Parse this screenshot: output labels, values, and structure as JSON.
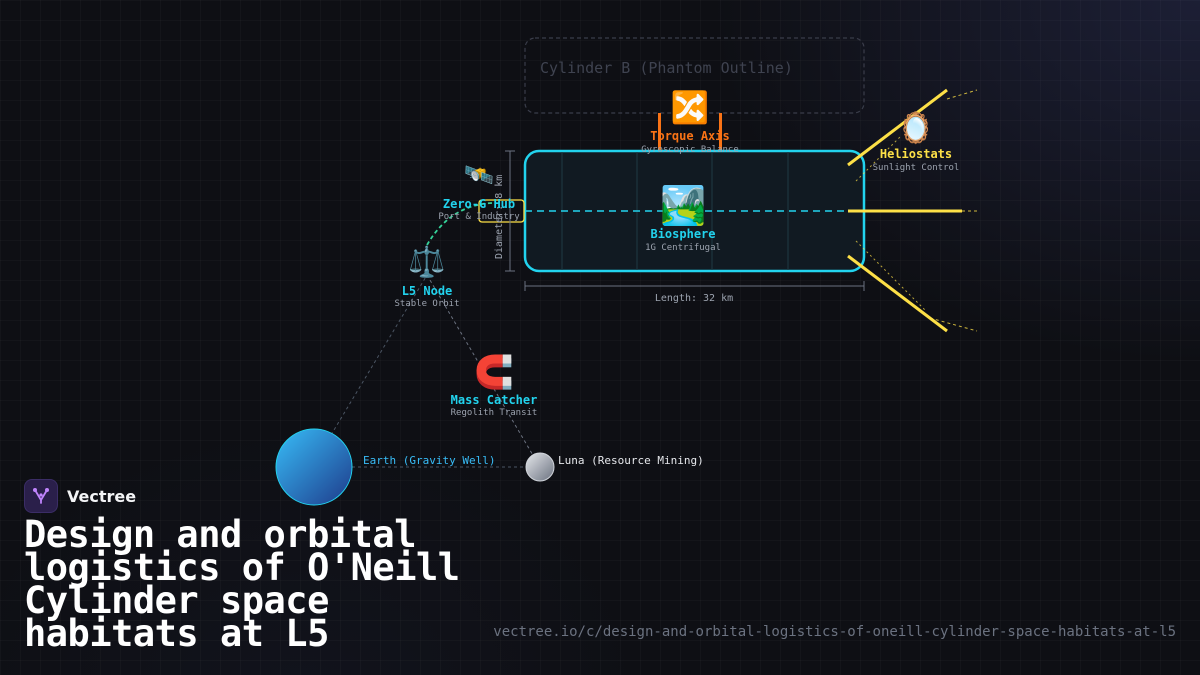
{
  "brand": {
    "name": "Vectree",
    "logo_icon": "vectree-logo-icon",
    "logo_color": "#c084fc"
  },
  "title": "Design and orbital logistics of O'Neill Cylinder space habitats at L5",
  "url": "vectree.io/c/design-and-orbital-logistics-of-oneill-cylinder-space-habitats-at-l5",
  "colors": {
    "accent_cyan": "#22d3ee",
    "accent_orange": "#f97316",
    "accent_yellow": "#fde047",
    "accent_green": "#34d399",
    "muted_text": "#9ca3af"
  },
  "diagram": {
    "phantom": {
      "label": "Cylinder B (Phantom Outline)"
    },
    "torque": {
      "icon": "shuffle-icon",
      "glyph": "🔀",
      "title": "Torque Axis",
      "subtitle": "Gyroscopic Balance"
    },
    "biosphere": {
      "icon": "landscape-icon",
      "glyph": "🏞️",
      "title": "Biosphere",
      "subtitle": "1G Centrifugal"
    },
    "heliostats": {
      "icon": "mirror-icon",
      "glyph": "🪞",
      "title": "Heliostats",
      "subtitle": "Sunlight Control"
    },
    "hub": {
      "icon": "satellite-icon",
      "glyph": "🛰️",
      "title": "Zero-G Hub",
      "subtitle": "Port & Industry"
    },
    "l5": {
      "icon": "scales-icon",
      "glyph": "⚖️",
      "title": "L5 Node",
      "subtitle": "Stable Orbit"
    },
    "catcher": {
      "icon": "magnet-icon",
      "glyph": "🧲",
      "title": "Mass Catcher",
      "subtitle": "Regolith Transit"
    },
    "earth": {
      "label": "Earth (Gravity Well)"
    },
    "luna": {
      "label": "Luna (Resource Mining)"
    },
    "dimensions": {
      "length": "Length: 32 km",
      "diameter": "Diameter: 8 km"
    }
  }
}
